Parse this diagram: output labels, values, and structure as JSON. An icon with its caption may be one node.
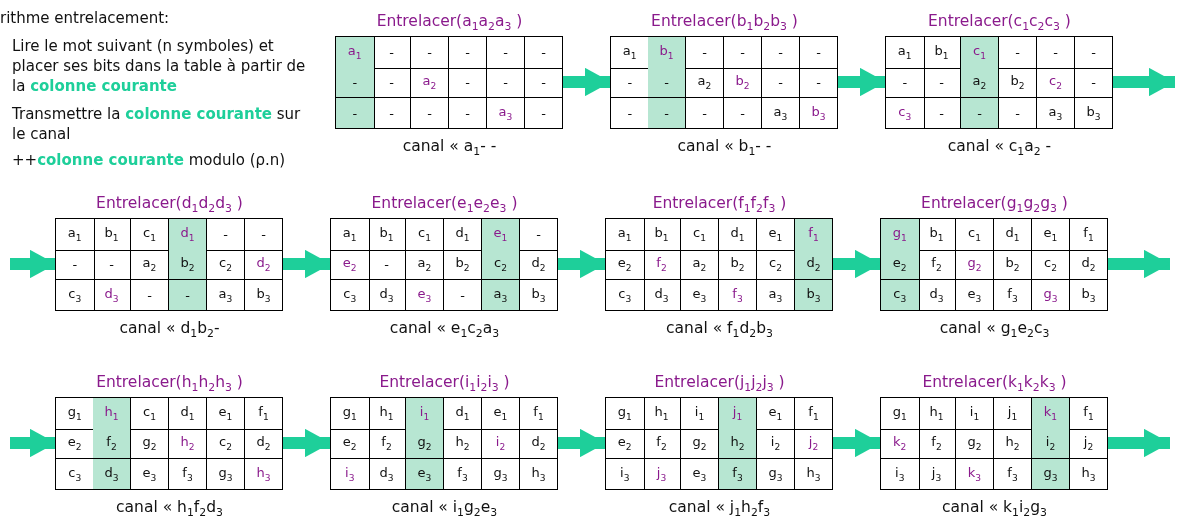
{
  "diagram": {
    "nodes": [
      {
        "text": [
          "Entrelacer(a$_{1}$a$_{2}$a$_{3}$ )",
          "a$_{1}$",
          "-",
          "-",
          "-",
          "-",
          "-",
          "-",
          "-",
          "a$_{2}$",
          "-",
          "-",
          "-",
          "-",
          "-",
          "-",
          "-",
          "a$_{3}$",
          "-"
        ],
        "beside": [
          "canal « a$_{1}$- -"
        ]
      },
      {
        "text": [
          "Entrelacer(b$_{1}$b$_{2}$b$_{3}$ )",
          "a$_{1}$",
          "b$_{1}$",
          "-",
          "-",
          "-",
          "-",
          "-",
          "-",
          "a$_{2}$",
          "b$_{2}$",
          "-",
          "-",
          "-",
          "-",
          "-",
          "-",
          "a$_{3}$",
          "b$_{3}$"
        ],
        "beside": [
          "canal « b$_{1}$- -"
        ]
      },
      {
        "text": [
          "Entrelacer(c$_{1}$c$_{2}$c$_{3}$ )",
          "a$_{1}$",
          "b$_{1}$",
          "c$_{1}$",
          "-",
          "-",
          "-",
          "-",
          "-",
          "a$_{2}$",
          "b$_{2}$",
          "c$_{2}$",
          "-",
          "c$_{3}$",
          "-",
          "-",
          "-",
          "a$_{3}$",
          "b$_{3}$"
        ],
        "beside": [
          "canal « c$_{1}$a$_{2}$ -"
        ]
      },
      {
        "text": [
          "Entrelacer(d$_{1}$d$_{2}$d$_{3}$ )",
          "a$_{1}$",
          "b$_{1}$",
          "c$_{1}$",
          "d$_{1}$",
          "-",
          "-",
          "-",
          "-",
          "a$_{2}$",
          "b$_{2}$",
          "c$_{2}$",
          "d$_{2}$",
          "c$_{3}$",
          "d$_{3}$",
          "-",
          "-",
          "a$_{3}$",
          "b$_{3}$"
        ],
        "beside": [
          "canal « d$_{1}$b$_{2}$-"
        ]
      },
      {
        "text": [
          "Entrelacer(e$_{1}$e$_{2}$e$_{3}$ )",
          "a$_{1}$",
          "b$_{1}$",
          "c$_{1}$",
          "d$_{1}$",
          "e$_{1}$",
          "-",
          "e$_{2}$",
          "-",
          "a$_{2}$",
          "b$_{2}$",
          "c$_{2}$",
          "d$_{2}$",
          "c$_{3}$",
          "d$_{3}$",
          "e$_{3}$",
          "-",
          "a$_{3}$",
          "b$_{3}$"
        ],
        "beside": [
          "canal « e$_{1}$c$_{2}$a$_{3}$"
        ]
      },
      {
        "text": [
          "Entrelacer(f$_{1}$f$_{2}$f$_{3}$ )",
          "a$_{1}$",
          "b$_{1}$",
          "c$_{1}$",
          "d$_{1}$",
          "e$_{1}$",
          "f$_{1}$",
          "e$_{2}$",
          "f$_{2}$",
          "a$_{2}$",
          "b$_{2}$",
          "c$_{2}$",
          "d$_{2}$",
          "c$_{3}$",
          "d$_{3}$",
          "e$_{3}$",
          "f$_{3}$",
          "a$_{3}$",
          "b$_{3}$"
        ],
        "beside": [
          "canal « f$_{1}$d$_{2}$b$_{3}$"
        ]
      },
      {
        "text": [
          "Entrelacer(g$_{1}$g$_{2}$g$_{3}$ )",
          "g$_{1}$",
          "b$_{1}$",
          "c$_{1}$",
          "d$_{1}$",
          "e$_{1}$",
          "f$_{1}$",
          "e$_{2}$",
          "f$_{2}$",
          "g$_{2}$",
          "b$_{2}$",
          "c$_{2}$",
          "d$_{2}$",
          "c$_{3}$",
          "d$_{3}$",
          "e$_{3}$",
          "f$_{3}$",
          "g$_{3}$",
          "b$_{3}$"
        ],
        "beside": [
          "canal « g$_{1}$e$_{2}$c$_{3}$"
        ]
      },
      {
        "text": [
          "Entrelacer(h$_{1}$h$_{2}$h$_{3}$ )",
          "g$_{1}$",
          "h$_{1}$",
          "c$_{1}$",
          "d$_{1}$",
          "e$_{1}$",
          "f$_{1}$",
          "e$_{2}$",
          "f$_{2}$",
          "g$_{2}$",
          "h$_{2}$",
          "c$_{2}$",
          "d$_{2}$",
          "c$_{3}$",
          "d$_{3}$",
          "e$_{3}$",
          "f$_{3}$",
          "g$_{3}$",
          "h$_{3}$"
        ],
        "beside": [
          "canal « h$_{1}$f$_{2}$d$_{3}$"
        ]
      },
      {
        "text": [
          "Entrelacer(i$_{1}$i$_{2}$i$_{3}$ )",
          "g$_{1}$",
          "h$_{1}$",
          "i$_{1}$",
          "d$_{1}$",
          "e$_{1}$",
          "f$_{1}$",
          "e$_{2}$",
          "f$_{2}$",
          "g$_{2}$",
          "h$_{2}$",
          "i$_{2}$",
          "d$_{2}$",
          "i$_{3}$",
          "d$_{3}$",
          "e$_{3}$",
          "f$_{3}$",
          "g$_{3}$",
          "h$_{3}$"
        ],
        "beside": [
          "canal « i$_{1}$g$_{2}$e$_{3}$"
        ]
      },
      {
        "text": [
          "Entrelacer(j$_{1}$j$_{2}$j$_{3}$ )",
          "g$_{1}$",
          "h$_{1}$",
          "i$_{1}$",
          "j$_{1}$",
          "e$_{1}$",
          "f$_{1}$",
          "e$_{2}$",
          "f$_{2}$",
          "g$_{2}$",
          "h$_{2}$",
          "i$_{2}$",
          "j$_{2}$",
          "i$_{3}$",
          "j$_{3}$",
          "e$_{3}$",
          "f$_{3}$",
          "g$_{3}$",
          "h$_{3}$"
        ],
        "beside": [
          "canal « j$_{1}$h$_{2}$f$_{3}$"
        ]
      },
      {
        "text": [
          "Entrelacer(k$_{1}$k$_{2}$k$_{3}$ )",
          "g$_{1}$",
          "h$_{1}$",
          "i$_{1}$",
          "j$_{1}$",
          "k$_{1}$",
          "f$_{1}$",
          "k$_{2}$",
          "f$_{2}$",
          "g$_{2}$",
          "h$_{2}$",
          "i$_{2}$",
          "j$_{2}$",
          "i$_{3}$",
          "j$_{3}$",
          "k$_{3}$",
          "f$_{3}$",
          "g$_{3}$",
          "h$_{3}$"
        ],
        "beside": [
          "canal « k$_{1}$i$_{2}$g$_{3}$"
        ]
      }
    ],
    "edges": [
      {
        "from": 0,
        "to": 1,
        "arrow": "to"
      },
      {
        "from": 1,
        "to": 2,
        "arrow": "to"
      },
      {
        "from": 2,
        "to": null,
        "arrow": "to"
      },
      {
        "from": null,
        "to": 3,
        "arrow": "to"
      },
      {
        "from": 3,
        "to": 4,
        "arrow": "to"
      },
      {
        "from": 4,
        "to": 5,
        "arrow": "to"
      },
      {
        "from": 5,
        "to": 6,
        "arrow": "to"
      },
      {
        "from": 6,
        "to": null,
        "arrow": "to"
      },
      {
        "from": null,
        "to": 7,
        "arrow": "to"
      },
      {
        "from": 7,
        "to": 8,
        "arrow": "to"
      },
      {
        "from": 8,
        "to": 9,
        "arrow": "to"
      },
      {
        "from": 9,
        "to": 10,
        "arrow": "to"
      },
      {
        "from": 10,
        "to": null,
        "arrow": "to"
      }
    ],
    "labels": [
      "rithme entrelacement:",
      "Lire le mot suivant (n symboles) et placer ses bits dans la table à partir de la **colonne courante**",
      "Transmettre la **colonne courante** sur le canal",
      "++**colonne courante** modulo (ρ.n)"
    ]
  }
}
